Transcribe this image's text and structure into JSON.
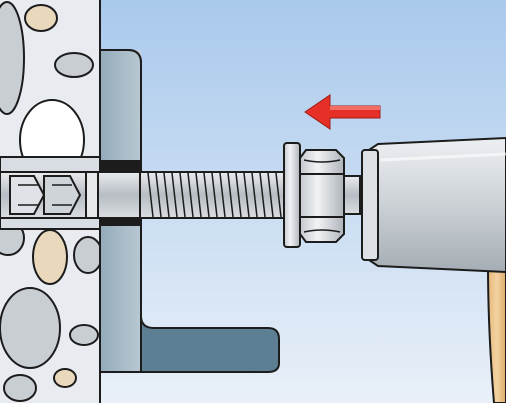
{
  "diagram": {
    "elements": [
      {
        "id": "concrete-wall",
        "kind": "aggregate masonry wall"
      },
      {
        "id": "drilled-hole",
        "kind": "drill hole in wall"
      },
      {
        "id": "steel-bracket",
        "kind": "L-shaped steel bracket"
      },
      {
        "id": "anchor-bolt",
        "kind": "threaded anchor bolt with expansion sleeve"
      },
      {
        "id": "washer",
        "kind": "washer"
      },
      {
        "id": "hex-nut",
        "kind": "hex nut"
      },
      {
        "id": "hammer",
        "kind": "hammer with wooden handle"
      },
      {
        "id": "direction-arrow",
        "kind": "arrow pointing toward wall",
        "direction": "left"
      }
    ],
    "colors": {
      "sky": "#b7d3ef",
      "wall": "#e9edf1",
      "pebble_grey": "#c9ced3",
      "pebble_tan": "#ead8bd",
      "bracket": "#5c7f94",
      "steel": "#c2c7cc",
      "arrow": "#e63027",
      "handle": "#efc994",
      "outline": "#1c1c1c"
    }
  }
}
